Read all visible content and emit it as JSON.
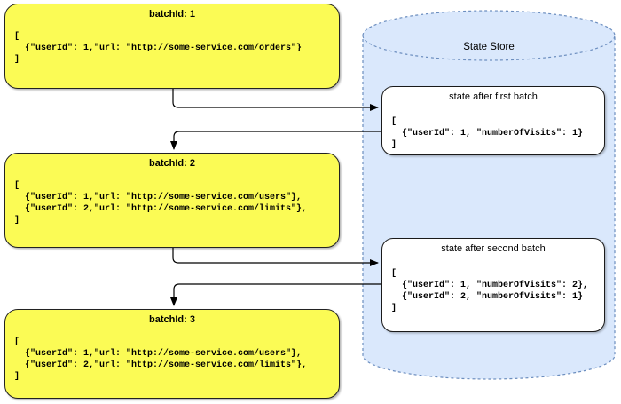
{
  "batches": [
    {
      "title": "batchId: 1",
      "code": "[\n  {\"userId\": 1,\"url: \"http://some-service.com/orders\"}\n]"
    },
    {
      "title": "batchId: 2",
      "code": "[\n  {\"userId\": 1,\"url: \"http://some-service.com/users\"},\n  {\"userId\": 2,\"url: \"http://some-service.com/limits\"},\n]"
    },
    {
      "title": "batchId: 3",
      "code": "[\n  {\"userId\": 1,\"url: \"http://some-service.com/users\"},\n  {\"userId\": 2,\"url: \"http://some-service.com/limits\"},\n]"
    }
  ],
  "store": {
    "title": "State Store",
    "states": [
      {
        "title": "state after first batch",
        "code": "[\n  {\"userId\": 1, \"numberOfVisits\": 1}\n]"
      },
      {
        "title": "state after second batch",
        "code": "[\n  {\"userId\": 1, \"numberOfVisits\": 2},\n  {\"userId\": 2, \"numberOfVisits\": 1}\n]"
      }
    ]
  },
  "colors": {
    "batch_fill": "#FBFB55",
    "batch_border": "#222222",
    "store_fill": "#DAE8FC",
    "store_border": "#6C8EBF",
    "state_fill": "#FFFFFF",
    "state_border": "#1A1A1A",
    "arrow": "#000000"
  }
}
